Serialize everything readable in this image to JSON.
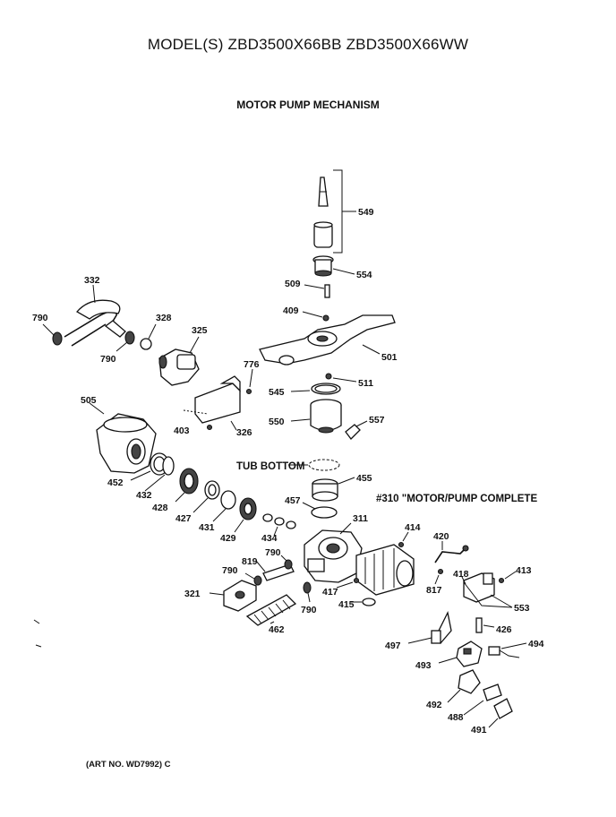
{
  "header": {
    "title": "MODEL(S) ZBD3500X66BB  ZBD3500X66WW",
    "subtitle": "MOTOR PUMP MECHANISM"
  },
  "notes": {
    "tub_bottom": "TUB BOTTOM",
    "motor_pump_complete": "#310 \"MOTOR/PUMP COMPLETE"
  },
  "part_labels": {
    "p549": "549",
    "p554": "554",
    "p509": "509",
    "p409": "409",
    "p501": "501",
    "p511": "511",
    "p545": "545",
    "p550": "550",
    "p557": "557",
    "p455": "455",
    "p457": "457",
    "p332": "332",
    "p790_a": "790",
    "p328": "328",
    "p790_b": "790",
    "p325": "325",
    "p776": "776",
    "p403": "403",
    "p326": "326",
    "p505": "505",
    "p452": "452",
    "p432": "432",
    "p428": "428",
    "p427": "427",
    "p431": "431",
    "p429": "429",
    "p434": "434",
    "p311": "311",
    "p414": "414",
    "p420": "420",
    "p790_c": "790",
    "p819": "819",
    "p790_d": "790",
    "p321": "321",
    "p462": "462",
    "p790_e": "790",
    "p417": "417",
    "p415": "415",
    "p817": "817",
    "p418": "418",
    "p413": "413",
    "p553": "553",
    "p426": "426",
    "p497": "497",
    "p494": "494",
    "p493": "493",
    "p492": "492",
    "p488": "488",
    "p491": "491"
  },
  "footer": {
    "art_no": "(ART NO. WD7992) C"
  }
}
